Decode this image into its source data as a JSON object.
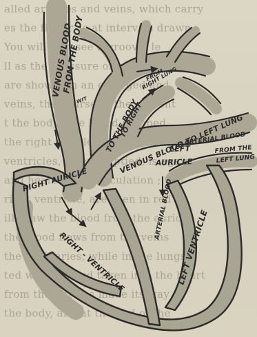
{
  "colors": {
    "paper": "#d9d4c2",
    "wall": "#aca795",
    "ink": "#2a2a2a",
    "faint_text": "#a9a493"
  },
  "background_text_lines": [
    "alled arteries and veins, which carry",
    "es the finger, is at intervals drawn",
    "You will also see a groove, le",
    "ll as the pressure of movement",
    "are shown, in an enlarged and",
    "veins, the course of the current",
    "t the body. The blood escaped",
    "the right auricle, its chamber of",
    "ventricles, when emptied, is again",
    "and heart of the circulation ; this",
    "right ventricle, are seen in red",
    "ill draw the blood from the auricle",
    "the blood flows from the veins",
    "the capillaries, while in the lungs",
    "ted with air, and taken into the heart",
    "from the left has made its way",
    "the body, and at the end of the"
  ],
  "labels": {
    "venous_blood": "VENOUS BLOOD",
    "from_the_body": "FROM THE BODY",
    "wit": "WIT",
    "to_the_body": "TO THE BODY",
    "to_right": "TO RIGHT",
    "from_right_lung_1": "FROM",
    "from_right_lung_2": "RIGHT LUNG",
    "venous_blood_to_left_lung": "VENOUS BLOOD TO LEFT LUNG",
    "arterial_blood_top": "ARTERIAL BLOOD",
    "left": "LEFT",
    "auricle": "AURICLE",
    "from_the_left_lung_1": "FROM THE",
    "from_the_left_lung_2": "LEFT LUNG",
    "right_auricle": "RIGHT AURICLE",
    "arterial_blood_left": "ARTERIAL BLOOD",
    "right_ventricle": "RIGHT - VENTRICLE",
    "left_ventricle": "LEFT VENTRICLE"
  }
}
